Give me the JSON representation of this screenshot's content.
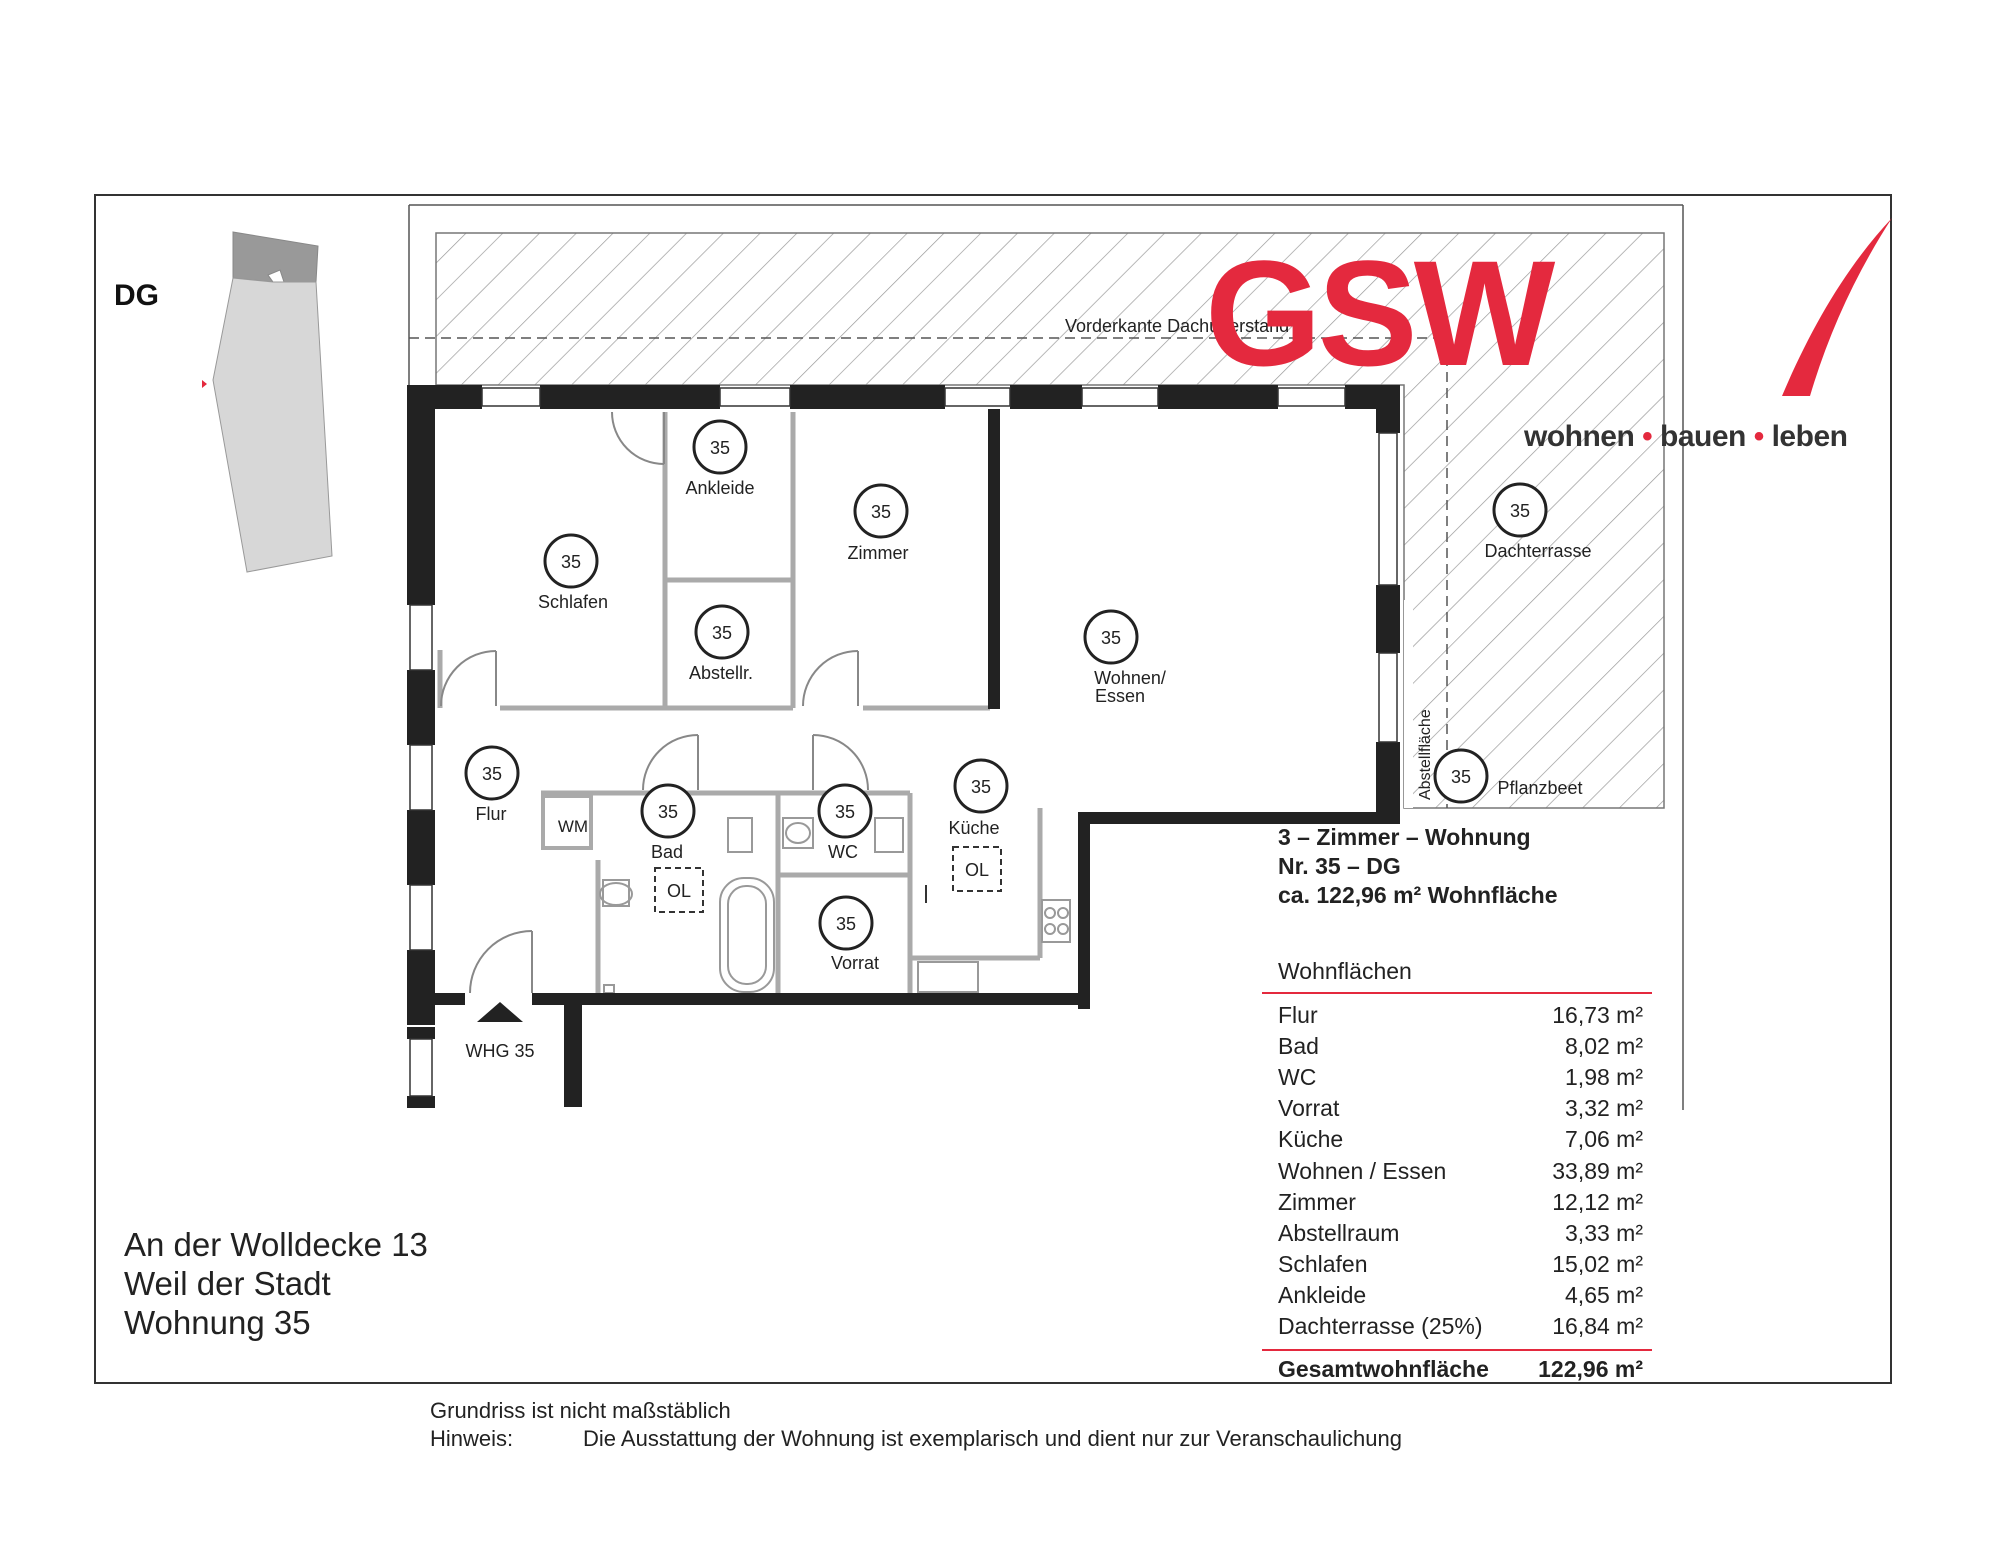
{
  "level_label": "DG",
  "logo": {
    "name": "GSW",
    "slogan_1": "wohnen",
    "slogan_2": "bauen",
    "slogan_3": "leben",
    "colors": {
      "brand": "#e4293e",
      "text": "#333333"
    }
  },
  "plan": {
    "eaves_label": "Vorderkante Dachüberstand",
    "apartment_tag": "35",
    "entrance_label": "WHG 35",
    "planter_label": "Pflanzbeet",
    "planter_side_label": "Abstellfläche",
    "rooms": {
      "ankleide": "Ankleide",
      "zimmer": "Zimmer",
      "schlafen": "Schlafen",
      "abstellr": "Abstellr.",
      "wohnen_1": "Wohnen/",
      "wohnen_2": "Essen",
      "dachterrasse": "Dachterrasse",
      "flur": "Flur",
      "bad": "Bad",
      "wc": "WC",
      "kueche": "Küche",
      "vorrat": "Vorrat"
    },
    "fixtures": {
      "washing_machine": "WM",
      "skylight_1": "OL",
      "skylight_2": "OL"
    }
  },
  "apartment": {
    "type": "3 – Zimmer – Wohnung",
    "number": "Nr. 35  –  DG",
    "area": "ca. 122,96 m² Wohnfläche"
  },
  "areas": {
    "title": "Wohnflächen",
    "rows": [
      {
        "name": "Flur",
        "value": "16,73 m²"
      },
      {
        "name": "Bad",
        "value": "8,02 m²"
      },
      {
        "name": "WC",
        "value": "1,98 m²"
      },
      {
        "name": "Vorrat",
        "value": "3,32 m²"
      },
      {
        "name": "Küche",
        "value": "7,06 m²"
      },
      {
        "name": "Wohnen / Essen",
        "value": "33,89 m²"
      },
      {
        "name": "Zimmer",
        "value": "12,12 m²"
      },
      {
        "name": "Abstellraum",
        "value": "3,33 m²"
      },
      {
        "name": "Schlafen",
        "value": "15,02 m²"
      },
      {
        "name": "Ankleide",
        "value": "4,65 m²"
      },
      {
        "name": "Dachterrasse (25%)",
        "value": "16,84 m²"
      }
    ],
    "total_name": "Gesamtwohnfläche",
    "total_value": "122,96 m²"
  },
  "address": {
    "line_1": "An der Wolldecke 13",
    "line_2": "Weil der Stadt",
    "line_3": "Wohnung 35"
  },
  "notes": {
    "scale": "Grundriss ist nicht maßstäblich",
    "hint_label": "Hinweis:",
    "hint_text": "Die Ausstattung der Wohnung ist exemplarisch und dient nur zur Veranschaulichung"
  }
}
